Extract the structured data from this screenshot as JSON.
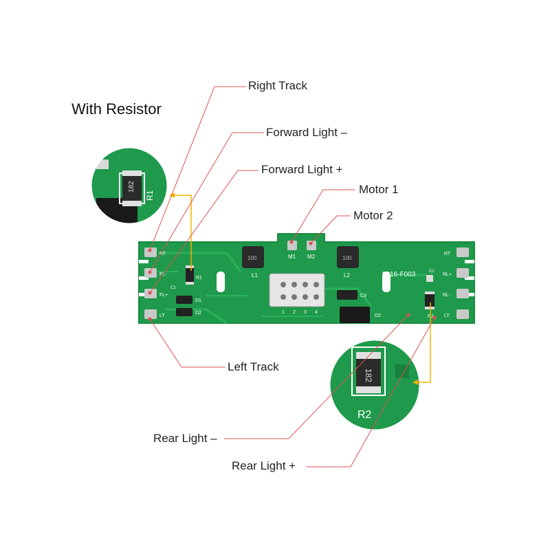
{
  "heading": "With Resistor",
  "callouts": {
    "right_track": "Right Track",
    "forward_light_minus": "Forward Light –",
    "forward_light_plus": "Forward Light +",
    "motor_1": "Motor 1",
    "motor_2": "Motor 2",
    "left_track": "Left Track",
    "rear_light_minus": "Rear Light –",
    "rear_light_plus": "Rear Light +"
  },
  "board": {
    "model": "2016-F003",
    "pins_left": [
      "RT",
      "FL-",
      "FL+",
      "LT"
    ],
    "pins_right": [
      "RT",
      "RL+",
      "RL-",
      "LT"
    ],
    "motor_pins": [
      "M1",
      "M2"
    ],
    "inductors": [
      "L1",
      "L2"
    ],
    "inductor_marking": "100",
    "resistors": [
      "R1",
      "R2"
    ],
    "diodes": [
      "D1",
      "D2",
      "D2"
    ],
    "caps": [
      "C1",
      "C2",
      "C3"
    ],
    "connector_pins": [
      "1",
      "2",
      "3",
      "4"
    ]
  },
  "zoom": {
    "resistor_code": "182",
    "left_ref": "R1",
    "right_ref": "R2"
  },
  "colors": {
    "pcb": "#1f9a4c",
    "pcb_dark": "#17813d",
    "leader": "#e05050",
    "highlight": "#f2b200",
    "pad": "#c9c9c9",
    "silk": "#ffffff"
  }
}
